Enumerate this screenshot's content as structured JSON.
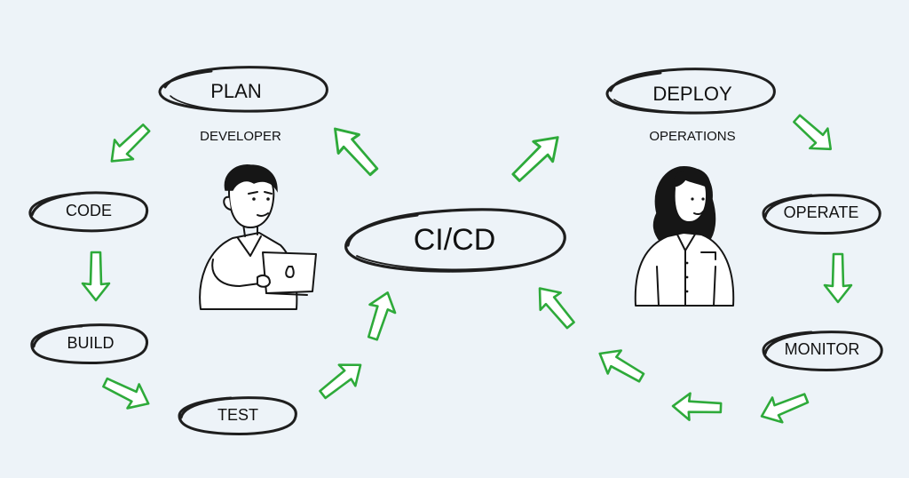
{
  "diagram": {
    "center": "CI/CD",
    "roles": {
      "developer": "DEVELOPER",
      "operations": "OPERATIONS"
    },
    "stages": {
      "plan": "PLAN",
      "code": "CODE",
      "build": "BUILD",
      "test": "TEST",
      "deploy": "DEPLOY",
      "operate": "OPERATE",
      "monitor": "MONITOR"
    },
    "colors": {
      "background": "#edf3f8",
      "arrow_outline": "#2eaa3a",
      "ink": "#1e1e1e"
    },
    "icons": [
      "developer-illustration",
      "operations-illustration",
      "laptop-icon"
    ]
  }
}
